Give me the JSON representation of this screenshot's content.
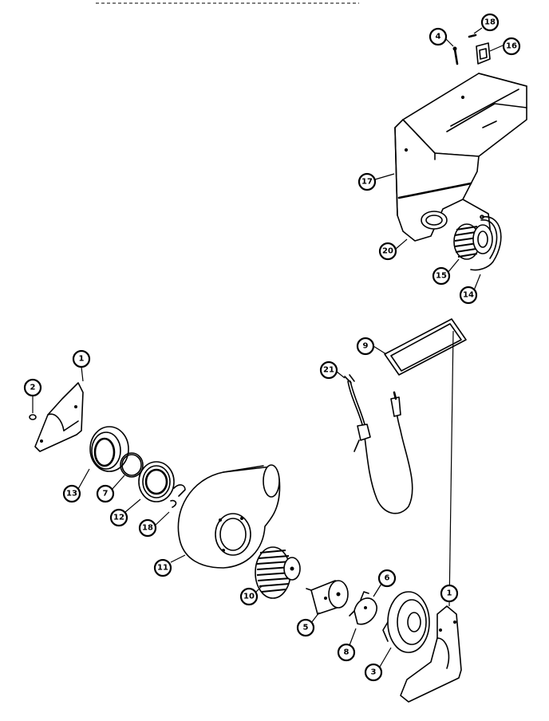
{
  "diagram": {
    "type": "exploded-parts-view",
    "callouts": [
      {
        "id": "c4",
        "label": "4"
      },
      {
        "id": "c18a",
        "label": "18"
      },
      {
        "id": "c16",
        "label": "16"
      },
      {
        "id": "c17",
        "label": "17"
      },
      {
        "id": "c20",
        "label": "20"
      },
      {
        "id": "c15",
        "label": "15"
      },
      {
        "id": "c14",
        "label": "14"
      },
      {
        "id": "c9",
        "label": "9"
      },
      {
        "id": "c21",
        "label": "21"
      },
      {
        "id": "c1a",
        "label": "1"
      },
      {
        "id": "c2",
        "label": "2"
      },
      {
        "id": "c13",
        "label": "13"
      },
      {
        "id": "c7",
        "label": "7"
      },
      {
        "id": "c12",
        "label": "12"
      },
      {
        "id": "c18b",
        "label": "18"
      },
      {
        "id": "c11",
        "label": "11"
      },
      {
        "id": "c10",
        "label": "10"
      },
      {
        "id": "c6",
        "label": "6"
      },
      {
        "id": "c5",
        "label": "5"
      },
      {
        "id": "c8",
        "label": "8"
      },
      {
        "id": "c1b",
        "label": "1"
      },
      {
        "id": "c3",
        "label": "3"
      }
    ]
  }
}
